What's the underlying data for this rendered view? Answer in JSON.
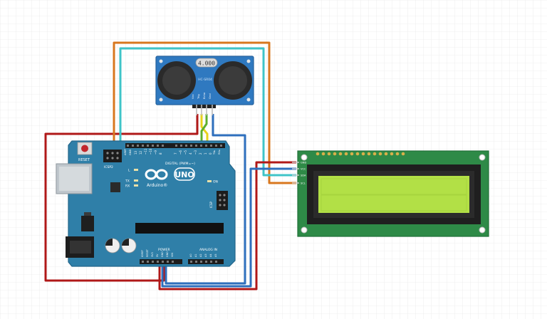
{
  "sensor": {
    "display": "4.000",
    "model": "HC-SR04",
    "pins": [
      "Vcc",
      "Trig",
      "Echo",
      "Gnd"
    ]
  },
  "arduino": {
    "logo_text": "UNO",
    "brand": "Arduino®",
    "reset_label": "RESET",
    "icsp2_label": "ICSP2",
    "icsp_label": "ICSP",
    "led_l": "L",
    "led_tx": "TX",
    "led_rx": "RX",
    "on_label": "ON",
    "digital_label": "DIGITAL (PWM=~)",
    "aref_label": "AREF",
    "gnd_label": "GND",
    "tx_label": "TX▸",
    "rx_label": "RX◂",
    "power_label": "POWER",
    "analog_label": "ANALOG IN",
    "top_pins": [
      "13",
      "12",
      "~11",
      "~10",
      "~9",
      "8",
      "7",
      "~6",
      "~5",
      "4",
      "~3",
      "2",
      "1",
      "0"
    ],
    "power_pins": [
      "IOREF",
      "RESET",
      "3V3",
      "5V",
      "GND",
      "GND",
      "VIN"
    ],
    "analog_pins": [
      "A0",
      "A1",
      "A2",
      "A3",
      "A4",
      "A5"
    ]
  },
  "lcd": {
    "pins": [
      "GND",
      "VCC",
      "SDA",
      "SCL"
    ]
  },
  "colors": {
    "board": "#2f7fa8",
    "wire_red": "#b01818",
    "wire_orange": "#d8771e",
    "wire_cyan": "#3fc4c8",
    "wire_blue": "#2e6fbd",
    "wire_yellow": "#e8d21a",
    "wire_green": "#5cae2e",
    "lcd_pcb": "#2e8a47",
    "lcd_screen": "#b2e046"
  }
}
